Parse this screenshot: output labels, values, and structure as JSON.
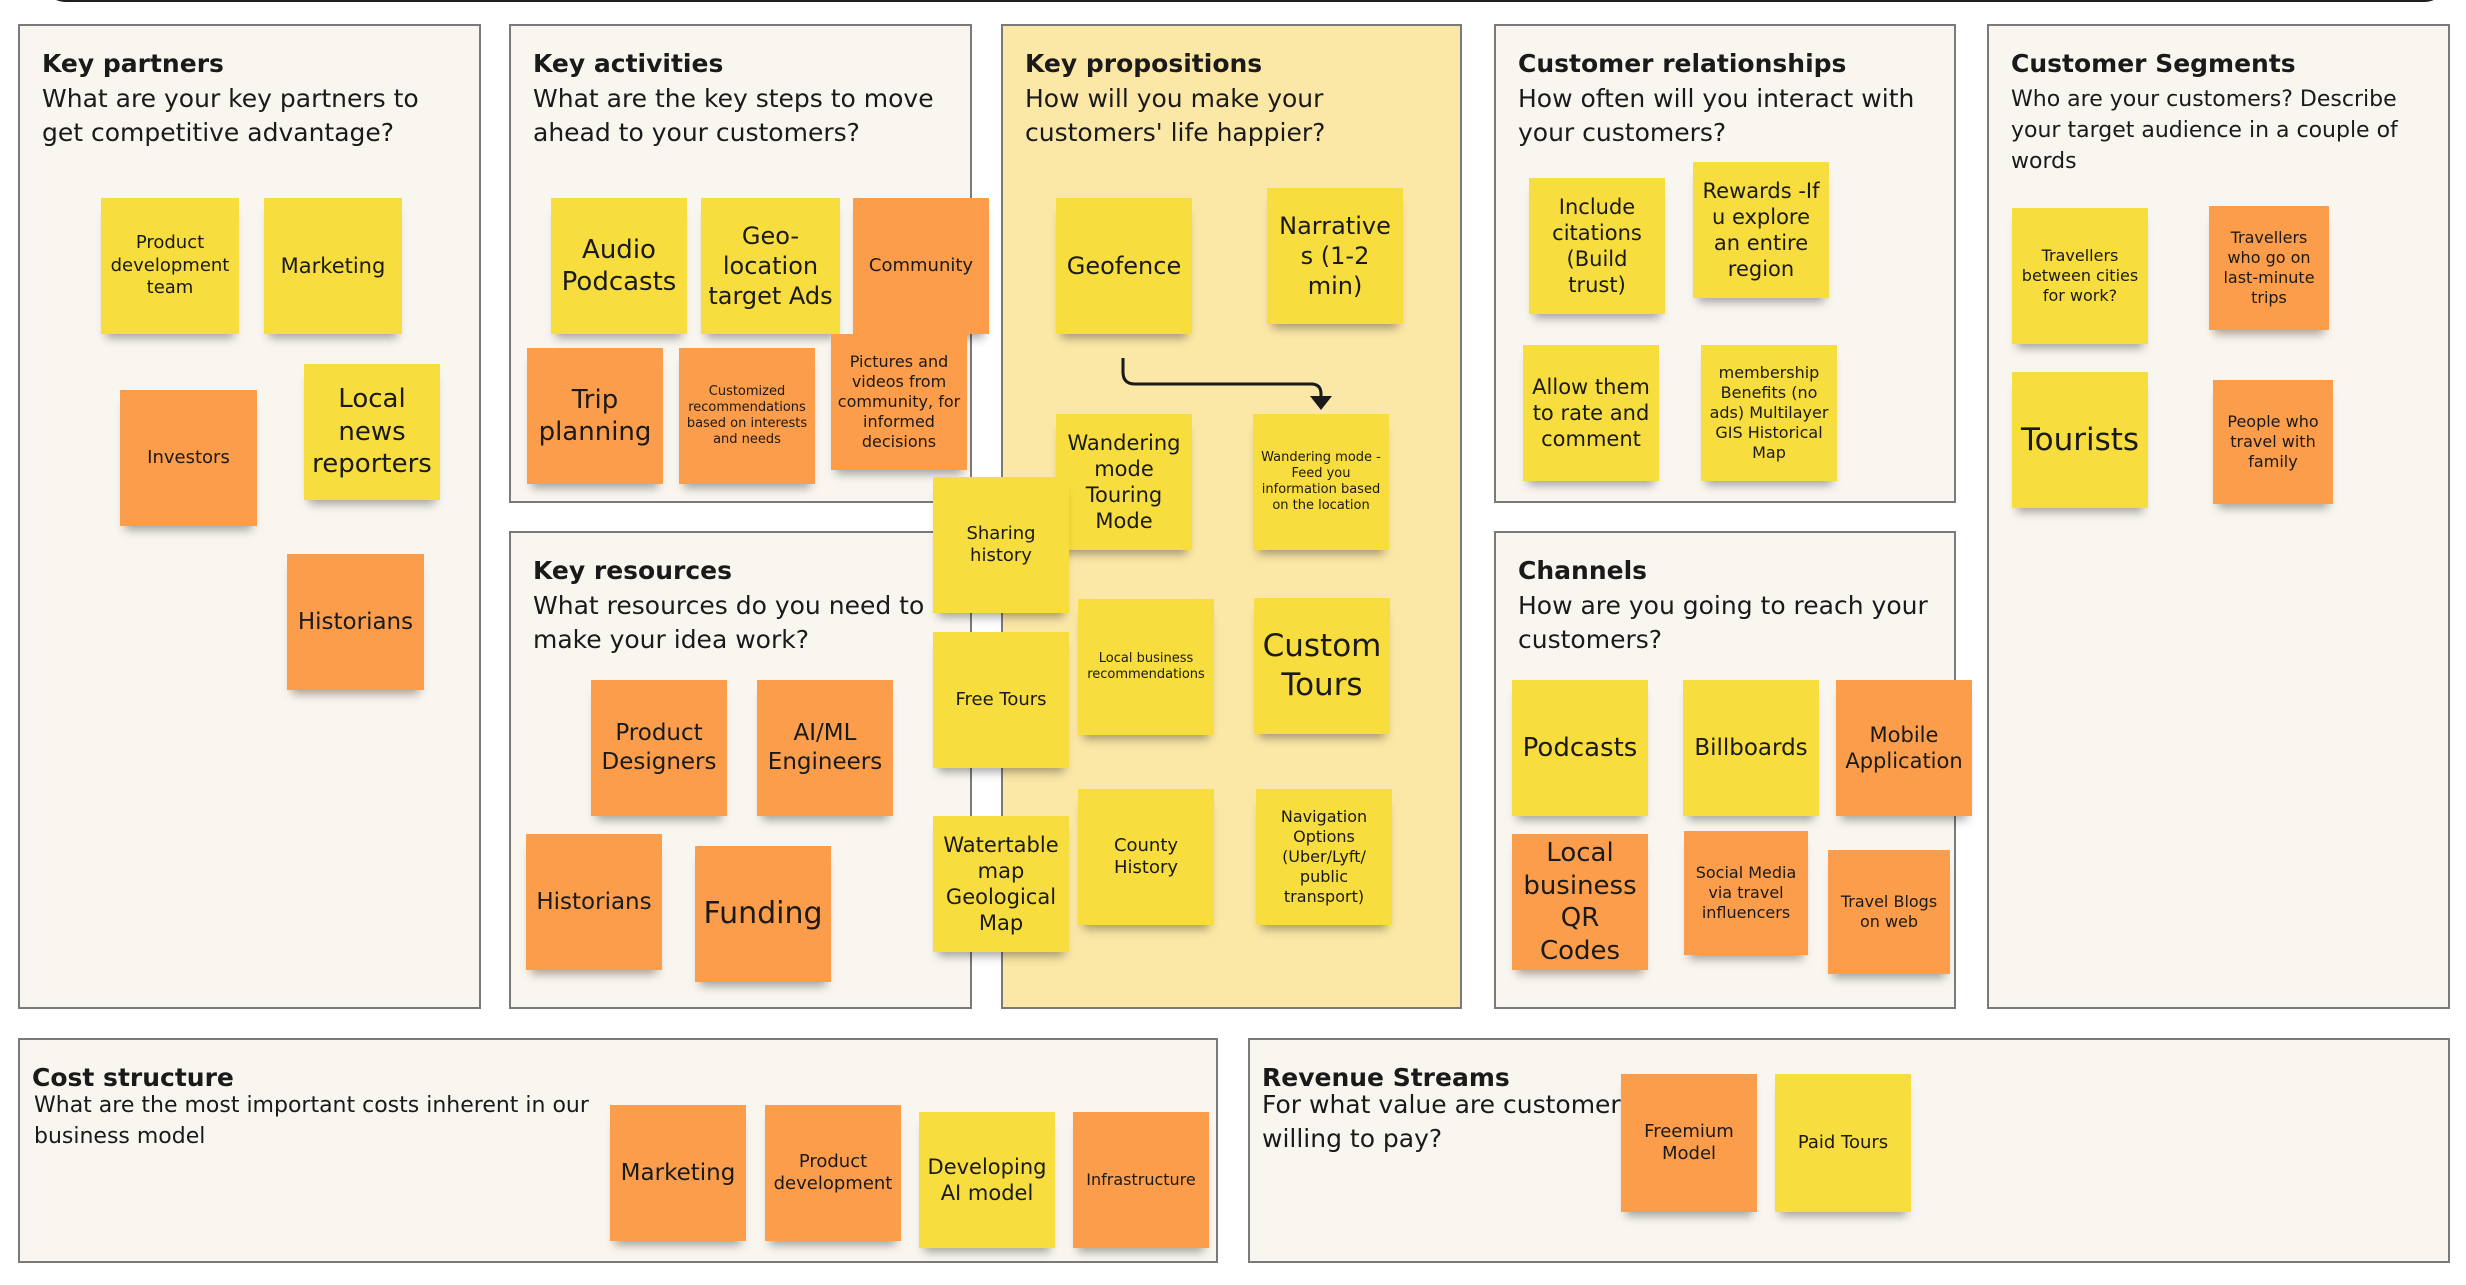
{
  "colors": {
    "canvas": "#ffffff",
    "block_fill": "#f8f6ee",
    "block_highlight": "#fbe7a6",
    "block_border": "#7a7a7a",
    "sticky_yellow": "#f7dd3d",
    "sticky_orange": "#fb9d4b",
    "connector": "#1a1a1a"
  },
  "key_partners": {
    "title": "Key partners",
    "question": "What are your key partners to get competitive advantage?",
    "notes": [
      "Product development team",
      "Marketing",
      "Investors",
      "Local news reporters",
      "Historians"
    ]
  },
  "key_activities": {
    "title": "Key activities",
    "question": "What are the key steps to move ahead to your customers?",
    "notes": [
      "Audio Podcasts",
      "Geo-location target Ads",
      "Community",
      "Trip planning",
      "Customized recommendations based on interests and needs",
      "Pictures and videos from community, for informed decisions"
    ]
  },
  "key_resources": {
    "title": "Key resources",
    "question": "What resources do you need to make your idea work?",
    "notes": [
      "Product Designers",
      "AI/ML Engineers",
      "Historians",
      "Funding"
    ]
  },
  "key_propositions": {
    "title": "Key propositions",
    "question": "How will you make your customers' life happier?",
    "notes": [
      "Geofence",
      "Narratives (1-2 min)",
      "Wandering mode Touring Mode",
      "Wandering mode - Feed you information based on the location",
      "Sharing history",
      "Free Tours",
      "Local business recommendations",
      "Custom Tours",
      "Watertable map Geological Map",
      "County History",
      "Navigation Options (Uber/Lyft/ public transport)"
    ]
  },
  "customer_relationships": {
    "title": "Customer relationships",
    "question": "How often will you interact with your customers?",
    "notes": [
      "Include citations (Build trust)",
      "Rewards -If u explore an entire region",
      "Allow them to rate and comment",
      "membership Benefits (no ads) Multilayer GIS Historical Map"
    ]
  },
  "channels": {
    "title": "Channels",
    "question": "How are you going to reach your customers?",
    "notes": [
      "Podcasts",
      "Billboards",
      "Mobile Application",
      "Local business QR Codes",
      "Social Media via travel influencers",
      "Travel Blogs on web"
    ]
  },
  "customer_segments": {
    "title": "Customer Segments",
    "question": "Who are your customers? Describe your target audience in a couple of words",
    "notes": [
      "Travellers between cities for work?",
      "Travellers who go on last-minute trips",
      "Tourists",
      "People who travel with family"
    ]
  },
  "cost_structure": {
    "title": "Cost structure",
    "question": "What are the most important costs inherent in our business model",
    "notes": [
      "Marketing",
      "Product development",
      "Developing AI model",
      "Infrastructure"
    ]
  },
  "revenue_streams": {
    "title": "Revenue Streams",
    "question": "For what value are customers willing to pay?",
    "notes": [
      "Freemium Model",
      "Paid Tours"
    ]
  }
}
